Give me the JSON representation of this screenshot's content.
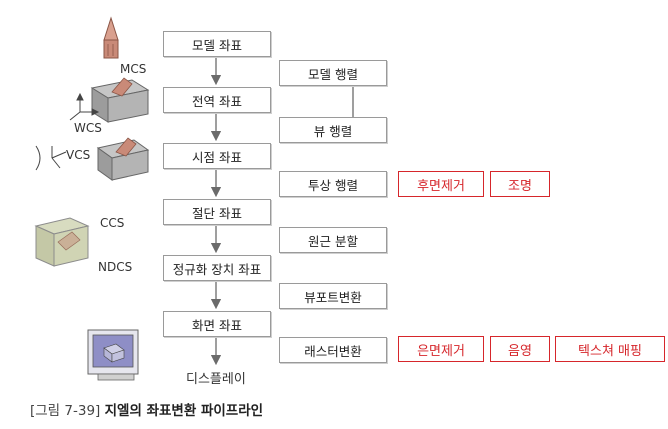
{
  "pipeline": [
    "모델 좌표",
    "전역 좌표",
    "시점 좌표",
    "절단 좌표",
    "정규화 장치 좌표",
    "화면 좌표"
  ],
  "display_label": "디스플레이",
  "transforms": [
    "모델 행렬",
    "뷰 행렬",
    "투상 행렬",
    "원근 분할",
    "뷰포트변환",
    "래스터변환"
  ],
  "projection_tags": [
    "후면제거",
    "조명"
  ],
  "raster_tags": [
    "은면제거",
    "음영",
    "텍스쳐 매핑"
  ],
  "coord_systems": {
    "mcs": "MCS",
    "wcs": "WCS",
    "vcs": "VCS",
    "ccs": "CCS",
    "ndcs": "NDCS"
  },
  "caption": {
    "number": "[그림 7-39]",
    "title": "지엘의 좌표변환 파이프라인"
  },
  "colors": {
    "accent_red": "#d6262b",
    "box_border": "#9a9a9a",
    "arrow": "#6b6b6b"
  }
}
